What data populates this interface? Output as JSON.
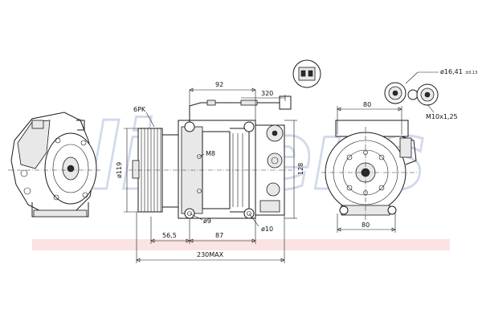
{
  "watermark": "Nissens",
  "dimensions": {
    "d92": "92",
    "d320": "320",
    "d80_top": "80",
    "d80_bottom": "80",
    "d6pk": "6PK",
    "d119": "ø119",
    "d128": "128",
    "dM8": "M8",
    "d9": "ø9",
    "d10": "ø10",
    "d56": "56,5",
    "d87": "87",
    "d230": "230MAX",
    "d1641": "ø16,41",
    "d1641tol": "±0.13",
    "dM10": "M10x1,25"
  },
  "colors": {
    "watermark": "#c9d3ea",
    "band": "#fbe3e3",
    "line": "#1a1a1a"
  }
}
